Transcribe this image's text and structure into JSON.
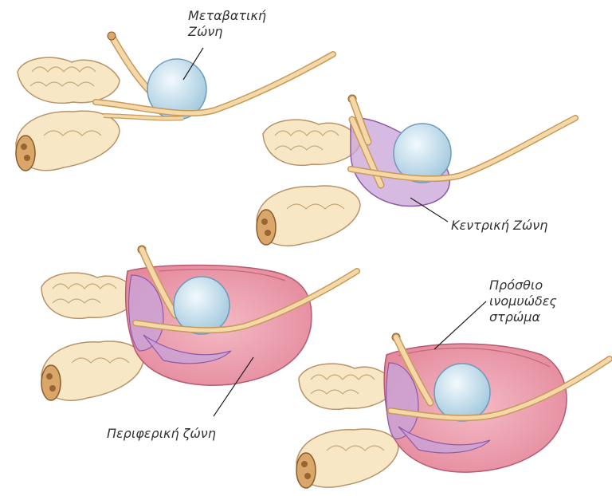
{
  "labels": {
    "transition_zone": [
      "Μεταβατική",
      "Ζώνη"
    ],
    "central_zone": "Κεντρική Ζώνη",
    "peripheral_zone": "Περιφερική ζώνη",
    "anterior_stroma": [
      "Πρόσθιο",
      "ινομυώδες",
      "στρώμα"
    ]
  },
  "colors": {
    "duct": "#f5d8a8",
    "duct_outline": "#c79a5a",
    "gland": "#f7e7c4",
    "gland_outline": "#b8936a",
    "transition": "#c9e2f0",
    "central": "#c9a3d8",
    "peripheral": "#e89fae",
    "anterior": "#f2b7c0",
    "leader": "#222222"
  }
}
